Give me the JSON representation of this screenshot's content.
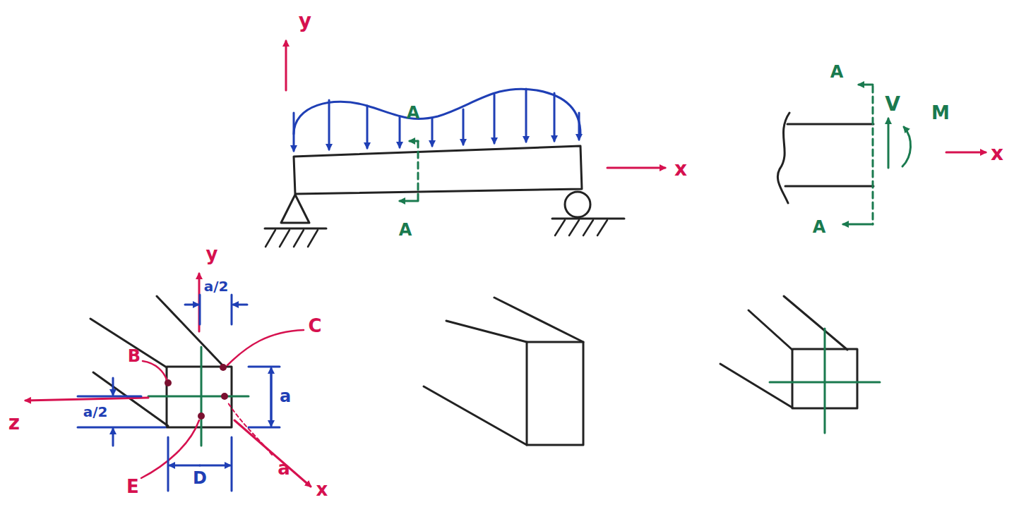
{
  "diagram": {
    "labels": [
      "y",
      "A",
      "A",
      "x",
      "A",
      "V",
      "M",
      "x",
      "A",
      "y",
      "a/2",
      "C",
      "B",
      "a",
      "z",
      "a/2",
      "E",
      "a",
      "D",
      "x"
    ]
  }
}
